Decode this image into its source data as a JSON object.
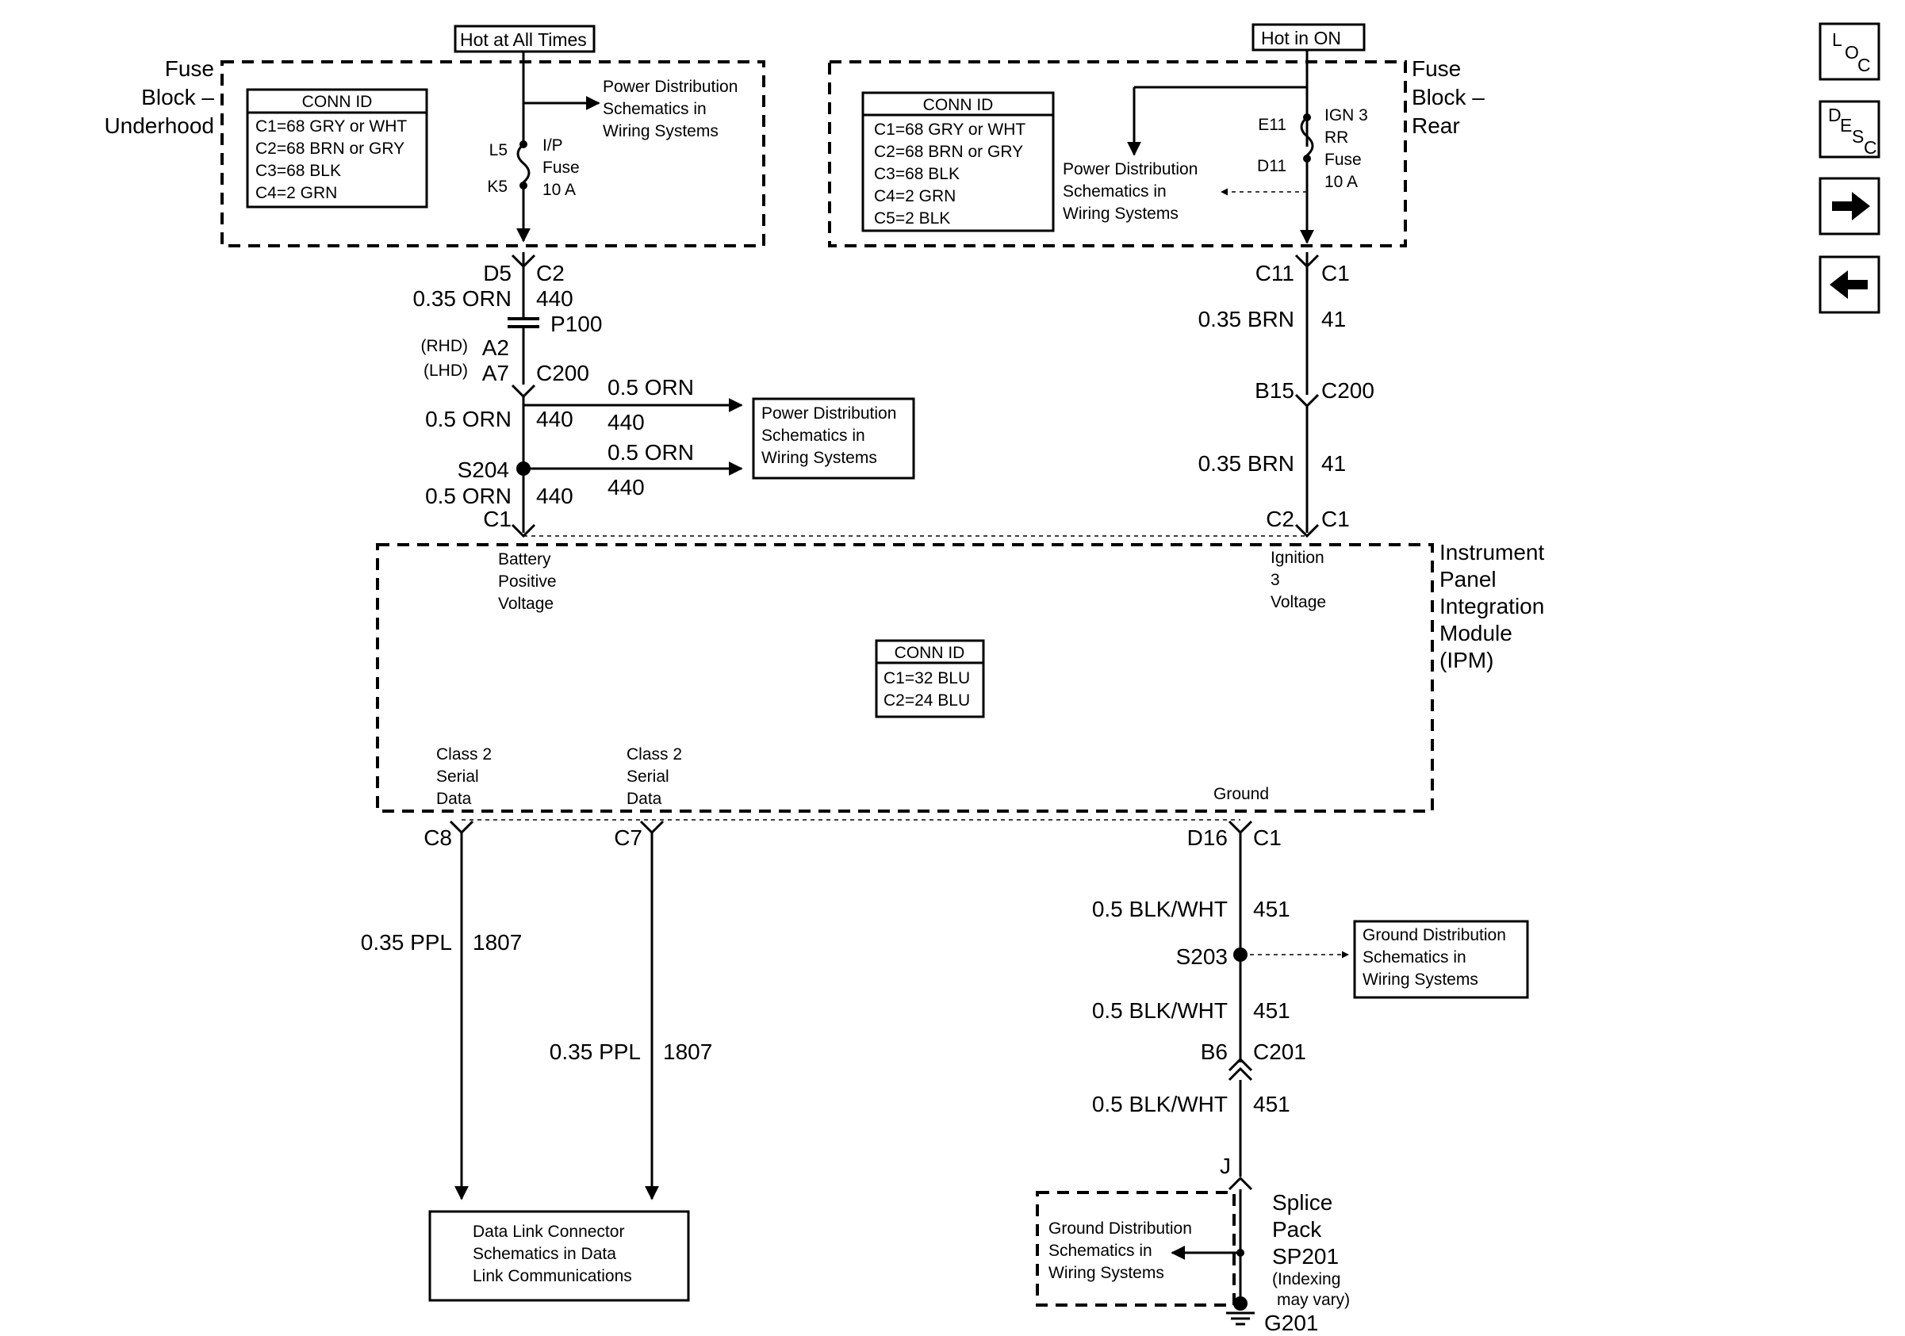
{
  "nav": {
    "loc_L": "L",
    "loc_O": "O",
    "loc_C": "C",
    "desc_D": "D",
    "desc_E": "E",
    "desc_S": "S",
    "desc_C": "C"
  },
  "power": {
    "hot_all_times": "Hot at All Times",
    "hot_in_on": "Hot in ON"
  },
  "fuse_underhood": {
    "title": [
      "Fuse",
      "Block –",
      "Underhood"
    ],
    "conn_header": "CONN ID",
    "conn": [
      "C1=68 GRY or WHT",
      "C2=68 BRN or GRY",
      "C3=68 BLK",
      "C4=2 GRN"
    ],
    "pd_ref": [
      "Power Distribution",
      "Schematics in",
      "Wiring Systems"
    ],
    "pin_in": "L5",
    "pin_out": "K5",
    "fuse": [
      "I/P",
      "Fuse",
      "10 A"
    ]
  },
  "fuse_rear": {
    "title": [
      "Fuse",
      "Block –",
      "Rear"
    ],
    "conn_header": "CONN ID",
    "conn": [
      "C1=68 GRY or WHT",
      "C2=68 BRN or GRY",
      "C3=68 BLK",
      "C4=2 GRN",
      "C5=2 BLK"
    ],
    "pd_ref": [
      "Power Distribution",
      "Schematics in",
      "Wiring Systems"
    ],
    "pin_in": "E11",
    "pin_out": "D11",
    "fuse": [
      "IGN 3",
      "RR",
      "Fuse",
      "10 A"
    ]
  },
  "left_circuit": {
    "d5": "D5",
    "c2": "C2",
    "wire1": "0.35 ORN",
    "circ1": "440",
    "p100": "P100",
    "rhd": "(RHD)",
    "a2": "A2",
    "lhd": "(LHD)",
    "a7": "A7",
    "c200": "C200",
    "branch_wire1": "0.5 ORN",
    "branch_circ1": "440",
    "wire2": "0.5 ORN",
    "circ2": "440",
    "s204": "S204",
    "branch_wire2": "0.5 ORN",
    "branch_circ2": "440",
    "wire3": "0.5 ORN",
    "circ3": "440",
    "c1": "C1",
    "pd_ref": [
      "Power Distribution",
      "Schematics in",
      "Wiring Systems"
    ]
  },
  "right_circuit": {
    "c11": "C11",
    "c1_top": "C1",
    "wire1": "0.35 BRN",
    "circ1": "41",
    "b15": "B15",
    "c200": "C200",
    "wire2": "0.35 BRN",
    "circ2": "41",
    "c2": "C2",
    "c1_bottom": "C1"
  },
  "ipm": {
    "title": [
      "Instrument",
      "Panel",
      "Integration",
      "Module",
      "(IPM)"
    ],
    "battery": [
      "Battery",
      "Positive",
      "Voltage"
    ],
    "ignition": [
      "Ignition",
      "3",
      "Voltage"
    ],
    "conn_header": "CONN ID",
    "conn": [
      "C1=32 BLU",
      "C2=24 BLU"
    ],
    "class2_a": [
      "Class 2",
      "Serial",
      "Data"
    ],
    "class2_b": [
      "Class 2",
      "Serial",
      "Data"
    ],
    "ground": "Ground"
  },
  "data_circuit": {
    "c8": "C8",
    "c7": "C7",
    "wire_a": "0.35 PPL",
    "circ_a": "1807",
    "wire_b": "0.35 PPL",
    "circ_b": "1807",
    "dlc_ref": [
      "Data Link Connector",
      "Schematics in Data",
      "Link Communications"
    ]
  },
  "ground_circuit": {
    "d16": "D16",
    "c1": "C1",
    "wire1": "0.5 BLK/WHT",
    "circ1": "451",
    "s203": "S203",
    "wire2": "0.5 BLK/WHT",
    "circ2": "451",
    "b6": "B6",
    "c201": "C201",
    "wire3": "0.5 BLK/WHT",
    "circ3": "451",
    "j": "J",
    "gd_ref": [
      "Ground Distribution",
      "Schematics in",
      "Wiring Systems"
    ],
    "splice": [
      "Splice",
      "Pack",
      "SP201"
    ],
    "splice_note": [
      "(Indexing",
      "may vary)"
    ],
    "gd_ref2": [
      "Ground Distribution",
      "Schematics in",
      "Wiring Systems"
    ],
    "g201": "G201"
  }
}
